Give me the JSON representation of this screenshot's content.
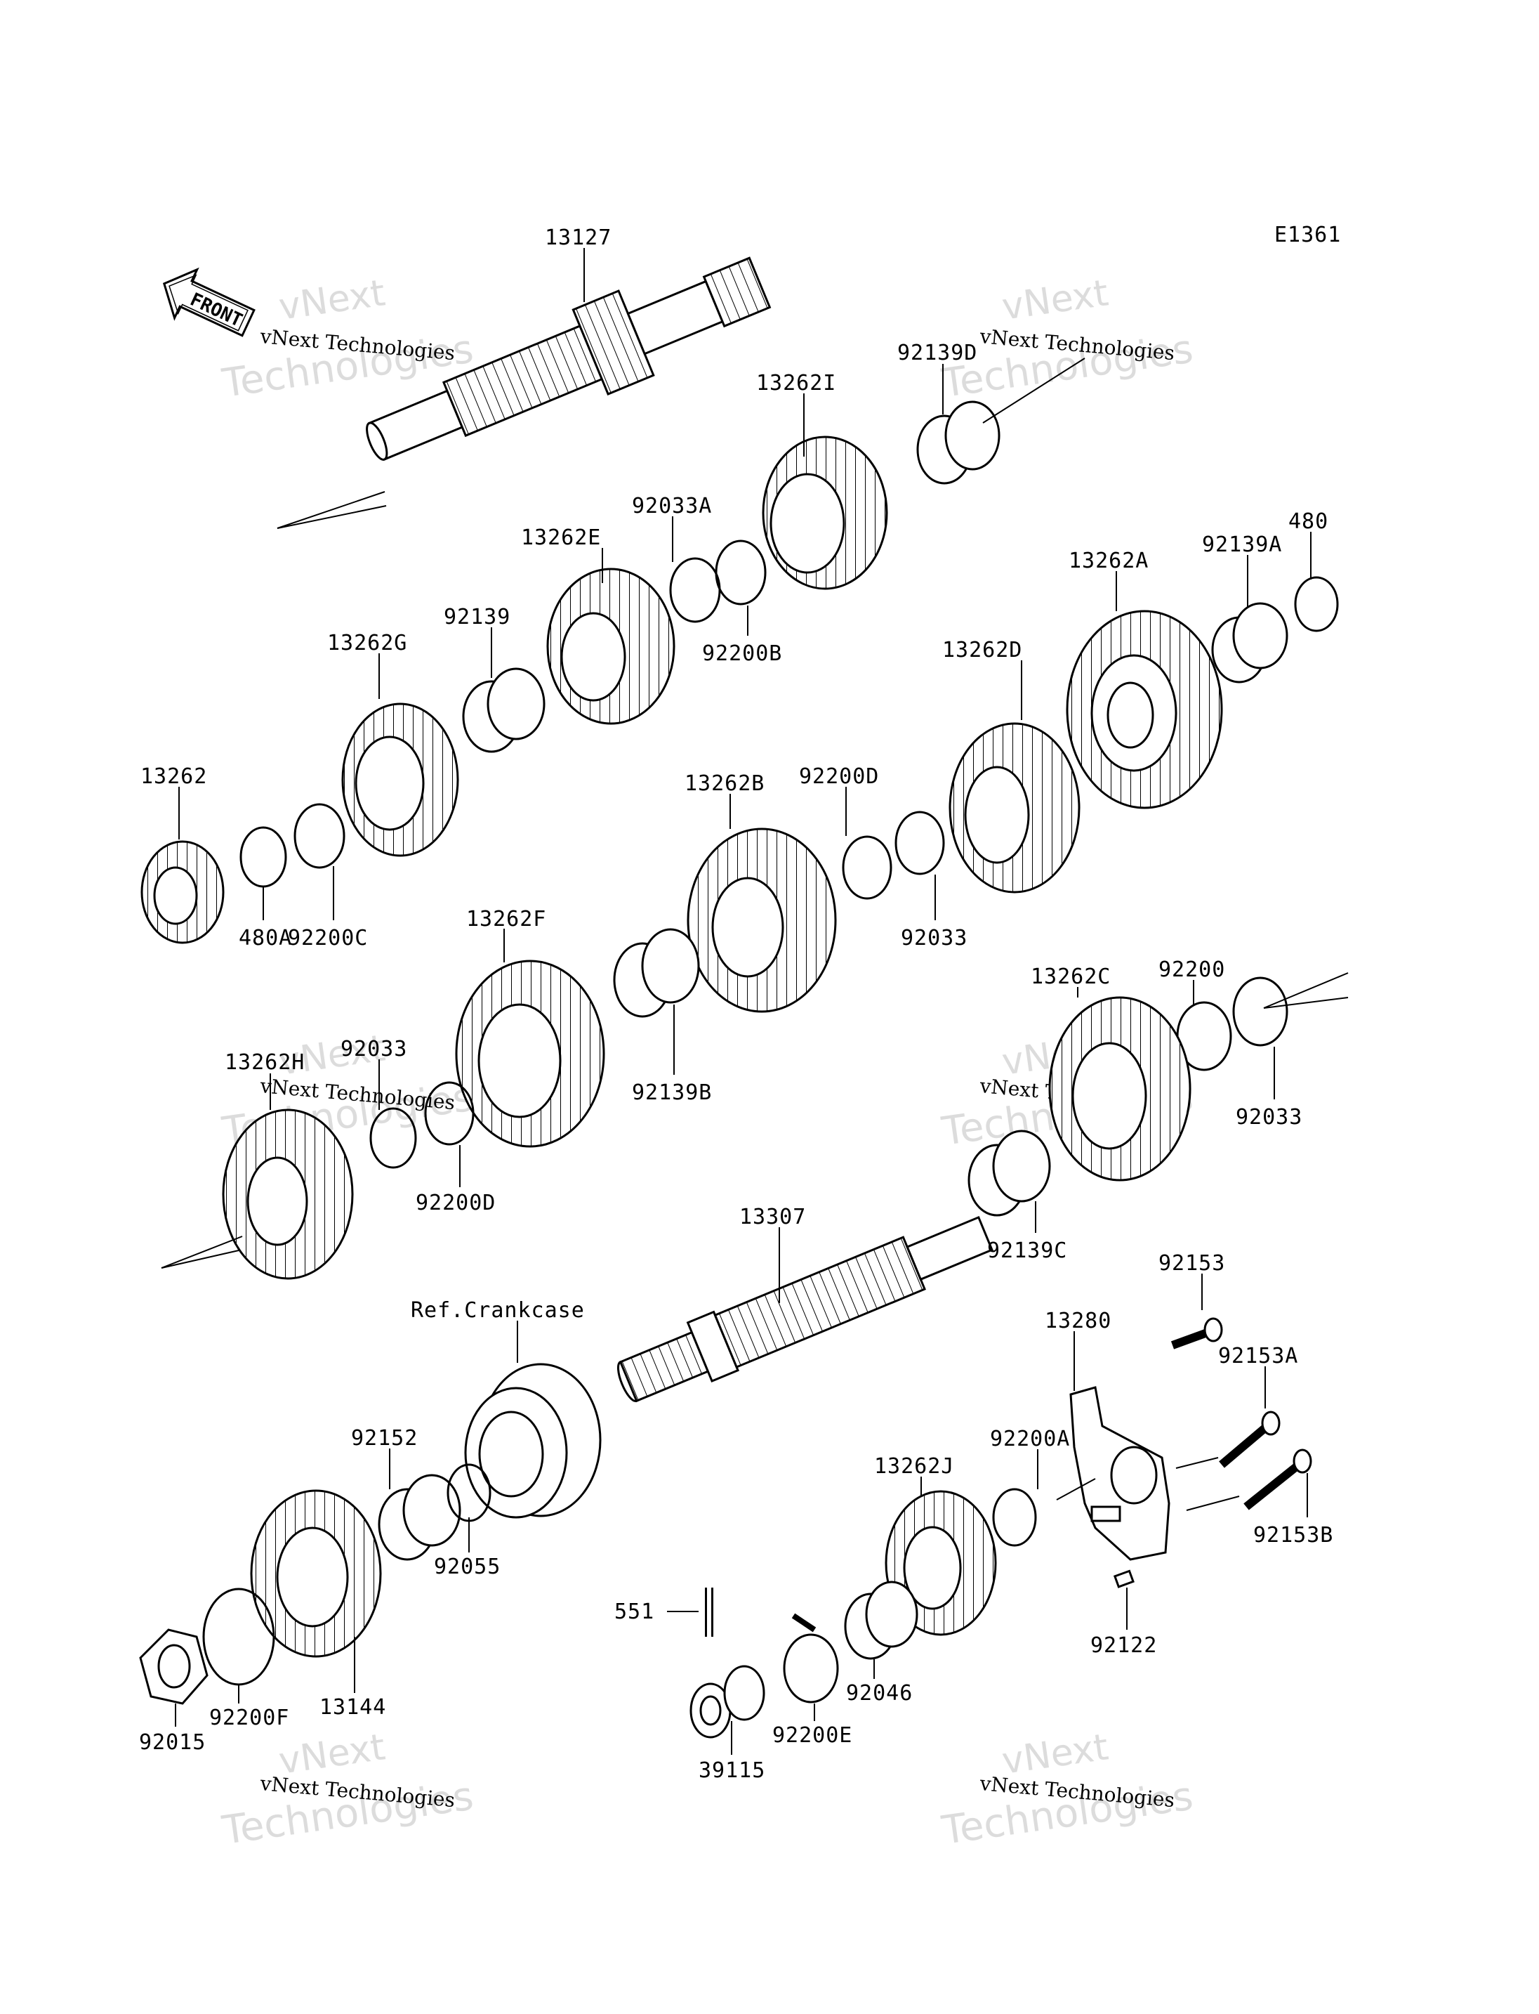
{
  "diagram_code": "E1361",
  "front_badge": "FRONT",
  "reference_label": "Ref.Crankcase",
  "watermark_brand": "vNext",
  "watermark_word": "Technologies",
  "watermark_caption": "vNext Technologies",
  "parts": {
    "p13127": "13127",
    "p92139D": "92139D",
    "p13262I": "13262I",
    "p92033A": "92033A",
    "p13262E": "13262E",
    "p92200B": "92200B",
    "p480": "480",
    "p92139A": "92139A",
    "p13262A": "13262A",
    "p92139": "92139",
    "p13262G": "13262G",
    "p13262D": "13262D",
    "p13262": "13262",
    "p92200D_a": "92200D",
    "p13262B": "13262B",
    "p480A": "480A",
    "p92200C": "92200C",
    "p92033_a": "92033",
    "p13262F": "13262F",
    "p92200": "92200",
    "p13262C": "13262C",
    "p13262H": "13262H",
    "p92033_b": "92033",
    "p92139B": "92139B",
    "p92033_c": "92033",
    "p92200D_b": "92200D",
    "p13307": "13307",
    "p92139C": "92139C",
    "p92153": "92153",
    "p13280": "13280",
    "p92153A": "92153A",
    "p92152": "92152",
    "p92200A": "92200A",
    "p13262J": "13262J",
    "p92153B": "92153B",
    "p92055": "92055",
    "p551": "551",
    "p92122": "92122",
    "p92046": "92046",
    "p92015": "92015",
    "p92200F": "92200F",
    "p13144": "13144",
    "p92200E": "92200E",
    "p39115": "39115"
  }
}
